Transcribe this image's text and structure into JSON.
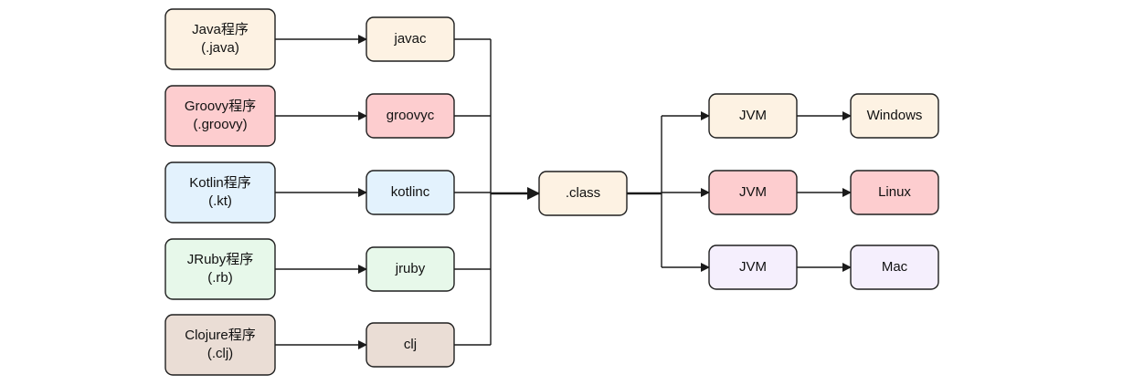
{
  "colors": {
    "java": "#fdf2e3",
    "groovy": "#fdcdcf",
    "kotlin": "#e3f2fd",
    "jruby": "#e7f8ea",
    "clojure": "#eaddd5",
    "class": "#fdf2e3",
    "windows": "#fdf2e3",
    "linux": "#fdcdcf",
    "mac": "#f5effd",
    "stroke": "#1f1f1f"
  },
  "sources": [
    {
      "name": "Java程序",
      "ext": "(.java)",
      "compiler": "javac",
      "color": "#fdf2e3"
    },
    {
      "name": "Groovy程序",
      "ext": "(.groovy)",
      "compiler": "groovyc",
      "color": "#fdcdcf"
    },
    {
      "name": "Kotlin程序",
      "ext": "(.kt)",
      "compiler": "kotlinc",
      "color": "#e3f2fd"
    },
    {
      "name": "JRuby程序",
      "ext": "(.rb)",
      "compiler": "jruby",
      "color": "#e7f8ea"
    },
    {
      "name": "Clojure程序",
      "ext": "(.clj)",
      "compiler": "clj",
      "color": "#eaddd5"
    }
  ],
  "bytecode": {
    "label": ".class",
    "color": "#fdf2e3"
  },
  "platforms": [
    {
      "jvm": "JVM",
      "os": "Windows",
      "color": "#fdf2e3"
    },
    {
      "jvm": "JVM",
      "os": "Linux",
      "color": "#fdcdcf"
    },
    {
      "jvm": "JVM",
      "os": "Mac",
      "color": "#f5effd"
    }
  ]
}
